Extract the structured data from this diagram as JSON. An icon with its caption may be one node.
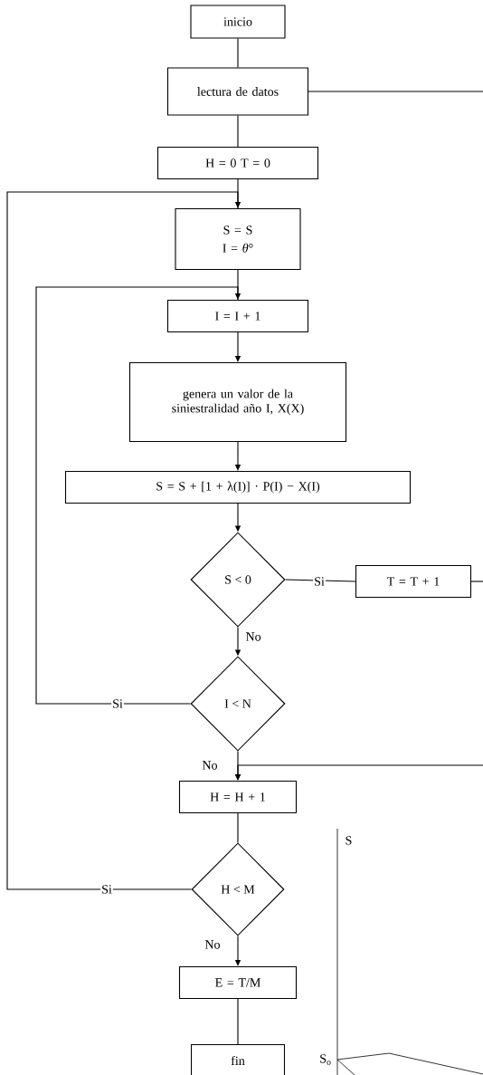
{
  "diagram": {
    "nodes": [
      {
        "text": [
          "inicio"
        ]
      },
      {
        "text": [
          "lectura de datos"
        ]
      },
      {
        "text": [
          "H = 0   T = 0"
        ]
      },
      {
        "text": [
          "S = S",
          "I = *θ*°"
        ]
      },
      {
        "text": [
          "I = I + 1"
        ]
      },
      {
        "text": [
          "genera un valor de la siniestralidad año I, X(X)"
        ]
      },
      {
        "text": [
          "S = S + [1 + λ(I)] · P(I) − X(I)"
        ]
      },
      {
        "text": [
          "S < 0"
        ]
      },
      {
        "text": [
          "T = T + 1"
        ]
      },
      {
        "text": [
          "I < N"
        ]
      },
      {
        "text": [
          "H = H + 1"
        ]
      },
      {
        "text": [
          "H < M"
        ]
      },
      {
        "text": [
          "E = T/M"
        ]
      },
      {
        "text": [
          "fin"
        ]
      }
    ],
    "edges": [
      {
        "from": 0,
        "to": 1,
        "arrow": "none"
      },
      {
        "from": 1,
        "to": 2,
        "arrow": "none"
      },
      {
        "from": 1,
        "to": null,
        "arrow": "none"
      },
      {
        "from": 2,
        "to": 3,
        "arrow": "none"
      },
      {
        "from": 11,
        "to": 3,
        "arrow": "to",
        "label": "Si"
      },
      {
        "from": 3,
        "to": 4,
        "arrow": "none"
      },
      {
        "from": 9,
        "to": 4,
        "arrow": "to",
        "label": "Si"
      },
      {
        "from": 4,
        "to": 5,
        "arrow": "to"
      },
      {
        "from": 5,
        "to": 6,
        "arrow": "to"
      },
      {
        "from": 6,
        "to": 7,
        "arrow": "to"
      },
      {
        "from": 7,
        "to": 8,
        "arrow": "none",
        "label": "Si"
      },
      {
        "from": 8,
        "to": null,
        "arrow": "none"
      },
      {
        "from": 7,
        "to": 9,
        "arrow": "to",
        "label": "No"
      },
      {
        "from": 9,
        "to": 10,
        "arrow": "to",
        "label": "No"
      },
      {
        "from": null,
        "to": 10,
        "arrow": "to"
      },
      {
        "from": 10,
        "to": 11,
        "arrow": "none"
      },
      {
        "from": 11,
        "to": 12,
        "arrow": "to",
        "label": "No"
      },
      {
        "from": 12,
        "to": 13,
        "arrow": "none"
      }
    ],
    "labels": [
      "S",
      "S$_{o}$"
    ]
  }
}
